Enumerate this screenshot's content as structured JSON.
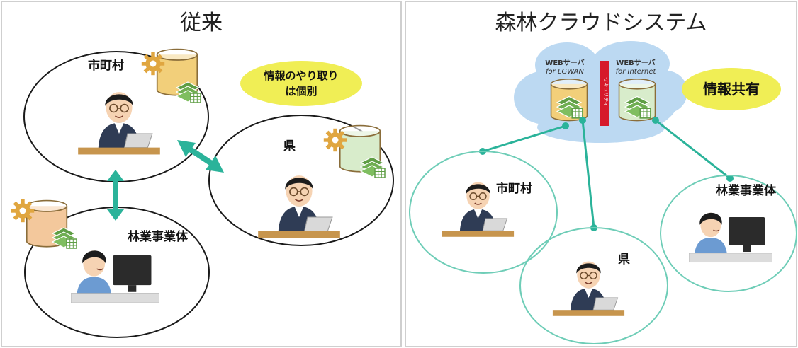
{
  "panels": {
    "left_title": "従来",
    "right_title": "森林クラウドシステム"
  },
  "left": {
    "municipality": "市町村",
    "prefecture": "県",
    "forestry": "林業事業体",
    "bubble_line1": "情報のやり取り",
    "bubble_line2": "は個別"
  },
  "right": {
    "municipality": "市町村",
    "prefecture": "県",
    "forestry": "林業事業体",
    "server1_line1": "WEBサーバ",
    "server1_line2": "for LGWAN",
    "server2_line1": "WEBサーバ",
    "server2_line2": "for Internet",
    "security": "セキュリティ",
    "bubble": "情報共有"
  },
  "colors": {
    "panel_border": "#cfcfcf",
    "bubble_yellow": "#f0ee55",
    "cloud_blue": "#bcd9f2",
    "teal": "#2bb39a",
    "firewall_red": "#d6192b",
    "db_orange": "#e39b55",
    "db_gold": "#f2cf7a",
    "db_green": "#7bbf64"
  }
}
